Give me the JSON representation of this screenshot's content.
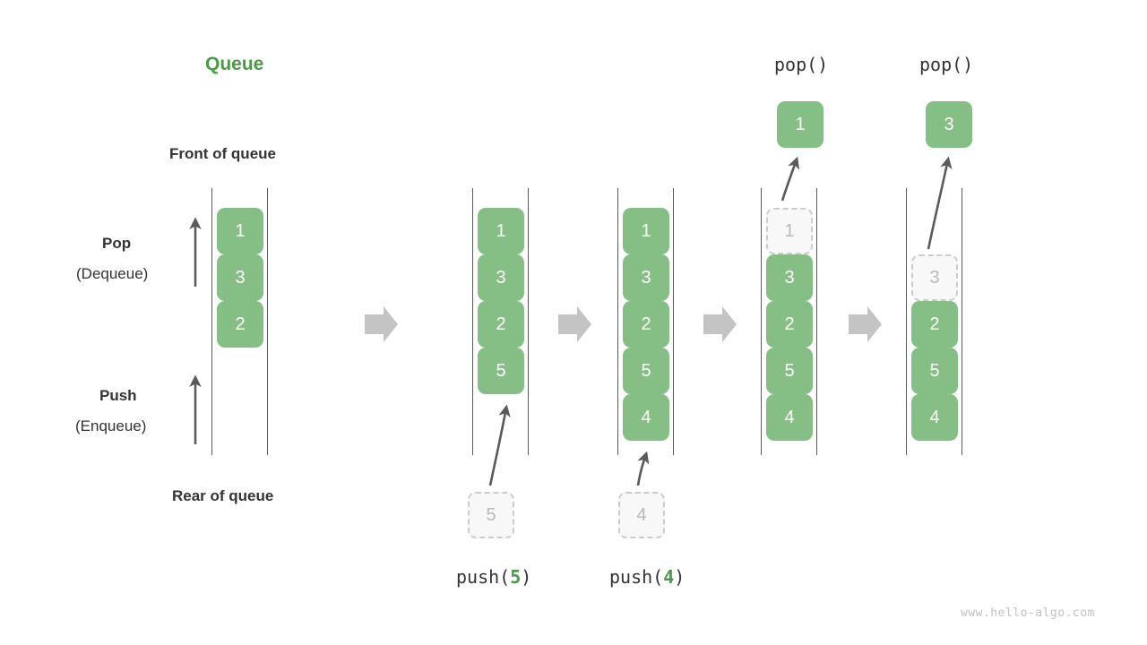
{
  "diagram": {
    "title": "Queue",
    "title_color": "#4a9a48",
    "accent_color": "#86bf85",
    "ghost_color": "#cccccc",
    "arrow_color": "#5a5a5a",
    "step_arrow_color": "#c4c4c4",
    "watermark": "www.hello-algo.com",
    "annotations": {
      "front_of_queue": "Front of queue",
      "rear_of_queue": "Rear of queue",
      "pop_label": "Pop",
      "pop_sub_label": "(Dequeue)",
      "push_label": "Push",
      "push_sub_label": "(Enqueue)"
    },
    "columns": [
      {
        "id": "initial",
        "caption": "",
        "caption_arg": "",
        "top_label": "",
        "items": [
          {
            "value": "1",
            "state": "filled"
          },
          {
            "value": "3",
            "state": "filled"
          },
          {
            "value": "2",
            "state": "filled"
          }
        ],
        "incoming": null,
        "outgoing": null
      },
      {
        "id": "push-5",
        "caption": "push(",
        "caption_arg": "5",
        "caption_end": ")",
        "top_label": "",
        "items": [
          {
            "value": "1",
            "state": "filled"
          },
          {
            "value": "3",
            "state": "filled"
          },
          {
            "value": "2",
            "state": "filled"
          },
          {
            "value": "5",
            "state": "filled"
          }
        ],
        "incoming": {
          "value": "5",
          "state": "ghost"
        },
        "outgoing": null
      },
      {
        "id": "push-4",
        "caption": "push(",
        "caption_arg": "4",
        "caption_end": ")",
        "top_label": "",
        "items": [
          {
            "value": "1",
            "state": "filled"
          },
          {
            "value": "3",
            "state": "filled"
          },
          {
            "value": "2",
            "state": "filled"
          },
          {
            "value": "5",
            "state": "filled"
          },
          {
            "value": "4",
            "state": "filled"
          }
        ],
        "incoming": {
          "value": "4",
          "state": "ghost"
        },
        "outgoing": null
      },
      {
        "id": "pop-1",
        "caption": "",
        "caption_arg": "",
        "top_label": "pop()",
        "items": [
          {
            "value": "1",
            "state": "ghost"
          },
          {
            "value": "3",
            "state": "filled"
          },
          {
            "value": "2",
            "state": "filled"
          },
          {
            "value": "5",
            "state": "filled"
          },
          {
            "value": "4",
            "state": "filled"
          }
        ],
        "incoming": null,
        "outgoing": {
          "value": "1",
          "state": "filled"
        }
      },
      {
        "id": "pop-3",
        "caption": "",
        "caption_arg": "",
        "top_label": "pop()",
        "items": [
          {
            "value": "3",
            "state": "ghost"
          },
          {
            "value": "2",
            "state": "filled"
          },
          {
            "value": "5",
            "state": "filled"
          },
          {
            "value": "4",
            "state": "filled"
          }
        ],
        "incoming": null,
        "outgoing": {
          "value": "3",
          "state": "filled"
        }
      }
    ]
  }
}
